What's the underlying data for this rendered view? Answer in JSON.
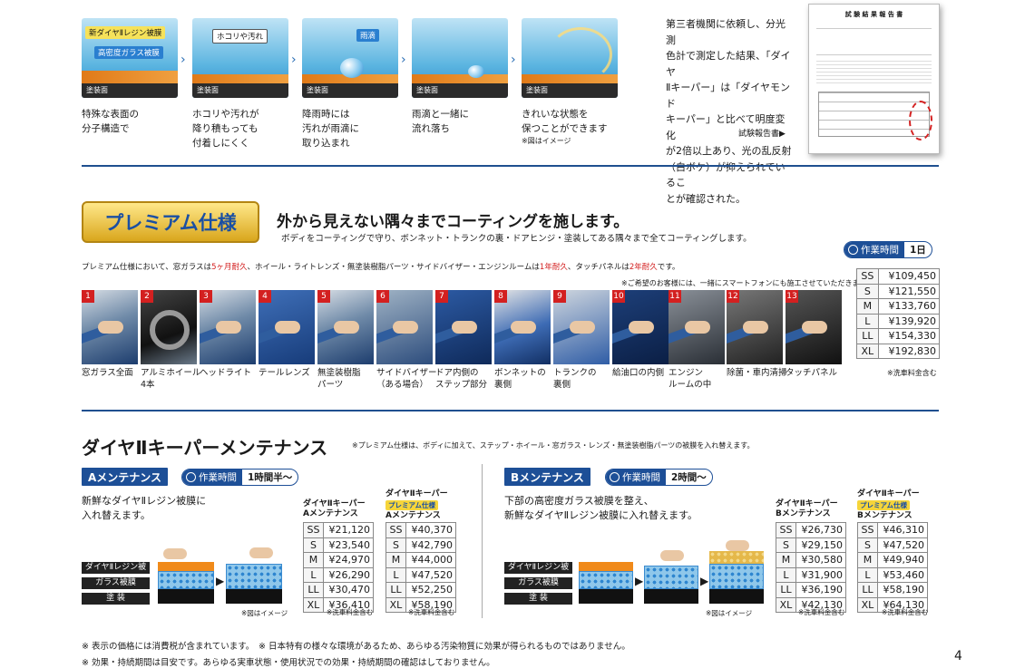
{
  "steps": [
    {
      "tags": [
        "新ダイヤⅡレジン被膜",
        "高密度ガラス被膜"
      ],
      "paint": "塗装面",
      "caption": [
        "特殊な表面の",
        "分子構造で"
      ]
    },
    {
      "tags": [
        "ホコリや汚れ"
      ],
      "paint": "塗装面",
      "caption": [
        "ホコリや汚れが",
        "降り積もっても",
        "付着しにくく"
      ]
    },
    {
      "tags": [
        "雨滴"
      ],
      "paint": "塗装面",
      "caption": [
        "降雨時には",
        "汚れが雨滴に",
        "取り込まれ"
      ]
    },
    {
      "tags": [],
      "paint": "塗装面",
      "caption": [
        "雨滴と一緒に",
        "流れ落ち"
      ]
    },
    {
      "tags": [],
      "paint": "塗装面",
      "caption": [
        "きれいな状態を",
        "保つことができます"
      ],
      "note": "※図はイメージ"
    }
  ],
  "report": {
    "text": [
      "第三者機関に依頼し、分光測",
      "色計で測定した結果、「ダイヤ",
      "Ⅱキーパー」は「ダイヤモンド",
      "キーパー」と比べて明度変化",
      "が2倍以上あり、光の乱反射",
      "（白ボケ）が抑えられているこ",
      "とが確認された。"
    ],
    "link": "試験報告書▶",
    "doc_title": "試 験 結 果 報 告 書"
  },
  "premium": {
    "badge": "プレミアム仕様",
    "title": "外から見えない隅々までコーティングを施します。",
    "subtitle": "ボディをコーティングで守り、ボンネット・トランクの裏・ドアヒンジ・塗装してある隅々まで全てコーティングします。",
    "note_parts": [
      "プレミアム仕様において、窓ガラスは",
      "5ヶ月耐久",
      "、ホイール・ライトレンズ・無塗装樹脂パーツ・サイドバイザー・エンジンルームは",
      "1年耐久",
      "、タッチパネルは",
      "2年耐久",
      "です。"
    ],
    "smartphone": "※ご希望のお客様には、一緒にスマートフォンにも施工させていただきます。",
    "time_label": "作業時間",
    "time": "1日",
    "prices": [
      [
        "SS",
        "¥109,450"
      ],
      [
        "S",
        "¥121,550"
      ],
      [
        "M",
        "¥133,760"
      ],
      [
        "L",
        "¥139,920"
      ],
      [
        "LL",
        "¥154,330"
      ],
      [
        "XL",
        "¥192,830"
      ]
    ],
    "wash": "※洗車料金含む",
    "parts": [
      {
        "n": "1",
        "label": [
          "窓ガラス全面"
        ]
      },
      {
        "n": "2",
        "label": [
          "アルミホイール",
          "4本"
        ]
      },
      {
        "n": "3",
        "label": [
          "ヘッドライト"
        ]
      },
      {
        "n": "4",
        "label": [
          "テールレンズ"
        ]
      },
      {
        "n": "5",
        "label": [
          "無塗装樹脂",
          "パーツ"
        ]
      },
      {
        "n": "6",
        "label": [
          "サイドバイザー",
          "（ある場合）"
        ]
      },
      {
        "n": "7",
        "label": [
          "ドア内側の",
          "ステップ部分"
        ]
      },
      {
        "n": "8",
        "label": [
          "ボンネットの",
          "裏側"
        ]
      },
      {
        "n": "9",
        "label": [
          "トランクの",
          "裏側"
        ]
      },
      {
        "n": "10",
        "label": [
          "給油口の内側"
        ]
      },
      {
        "n": "11",
        "label": [
          "エンジン",
          "ルームの中"
        ]
      },
      {
        "n": "12",
        "label": [
          "除菌・車内清掃"
        ]
      },
      {
        "n": "13",
        "label": [
          "タッチパネル"
        ]
      }
    ]
  },
  "maint": {
    "title": "ダイヤⅡキーパーメンテナンス",
    "note": "※プレミアム仕様は、ボディに加えて、ステップ・ホイール・窓ガラス・レンズ・無塗装樹脂パーツの被膜を入れ替えます。",
    "a": {
      "label": "Aメンテナンス",
      "time_label": "作業時間",
      "time": "1時間半〜",
      "desc": [
        "新鮮なダイヤⅡレジン被膜に",
        "入れ替えます。"
      ],
      "layers": [
        "ダイヤⅡレジン被膜",
        "ガラス被膜",
        "塗 装"
      ],
      "img_note": "※図はイメージ",
      "h1": [
        "ダイヤⅡキーパー",
        "Aメンテナンス"
      ],
      "h2": [
        "ダイヤⅡキーパー",
        "プレミアム仕様",
        "Aメンテナンス"
      ],
      "p1": [
        [
          "SS",
          "¥21,120"
        ],
        [
          "S",
          "¥23,540"
        ],
        [
          "M",
          "¥24,970"
        ],
        [
          "L",
          "¥26,290"
        ],
        [
          "LL",
          "¥30,470"
        ],
        [
          "XL",
          "¥36,410"
        ]
      ],
      "p2": [
        [
          "SS",
          "¥40,370"
        ],
        [
          "S",
          "¥42,790"
        ],
        [
          "M",
          "¥44,000"
        ],
        [
          "L",
          "¥47,520"
        ],
        [
          "LL",
          "¥52,250"
        ],
        [
          "XL",
          "¥58,190"
        ]
      ],
      "wash": "※洗車料金含む"
    },
    "b": {
      "label": "Bメンテナンス",
      "time_label": "作業時間",
      "time": "2時間〜",
      "desc": [
        "下部の高密度ガラス被膜を整え、",
        "新鮮なダイヤⅡレジン被膜に入れ替えます。"
      ],
      "layers": [
        "ダイヤⅡレジン被膜",
        "ガラス被膜",
        "塗 装"
      ],
      "img_note": "※図はイメージ",
      "h1": [
        "ダイヤⅡキーパー",
        "Bメンテナンス"
      ],
      "h2": [
        "ダイヤⅡキーパー",
        "プレミアム仕様",
        "Bメンテナンス"
      ],
      "p1": [
        [
          "SS",
          "¥26,730"
        ],
        [
          "S",
          "¥29,150"
        ],
        [
          "M",
          "¥30,580"
        ],
        [
          "L",
          "¥31,900"
        ],
        [
          "LL",
          "¥36,190"
        ],
        [
          "XL",
          "¥42,130"
        ]
      ],
      "p2": [
        [
          "SS",
          "¥46,310"
        ],
        [
          "S",
          "¥47,520"
        ],
        [
          "M",
          "¥49,940"
        ],
        [
          "L",
          "¥53,460"
        ],
        [
          "LL",
          "¥58,190"
        ],
        [
          "XL",
          "¥64,130"
        ]
      ],
      "wash": "※洗車料金含む"
    }
  },
  "footnotes": [
    "※ 表示の価格には消費税が含まれています。　※ 日本特有の様々な環境があるため、あらゆる汚染物質に効果が得られるものではありません。",
    "※ 効果・持続期間は目安です。あらゆる実車状態・使用状況での効果・持続期間の確認はしておりません。"
  ],
  "page": "4",
  "colors": {
    "accent": "#1d4f97",
    "red": "#d32020",
    "gold": "#e8b72a"
  }
}
